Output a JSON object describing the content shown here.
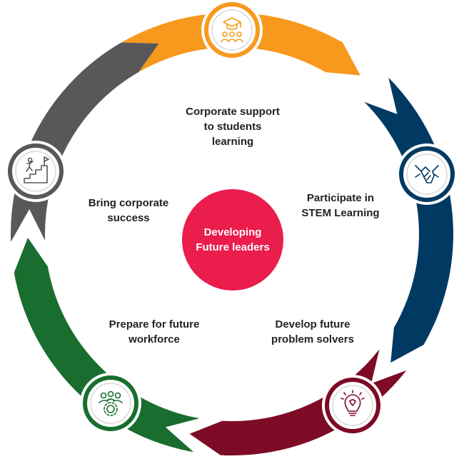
{
  "center": {
    "lines": [
      "Developing",
      "Future leaders"
    ],
    "color": "#ea1d4c"
  },
  "stages": [
    {
      "id": "top",
      "lines": [
        "Corporate support",
        "to students",
        "learning"
      ],
      "color": "#f7991c",
      "icon": "graduation-cap-group-icon"
    },
    {
      "id": "right",
      "lines": [
        "Participate in",
        "STEM Learning"
      ],
      "color": "#003a63",
      "icon": "hands-together-icon"
    },
    {
      "id": "bottom-right",
      "lines": [
        "Develop future",
        "problem solvers"
      ],
      "color": "#7d0b25",
      "icon": "lightbulb-brain-icon"
    },
    {
      "id": "bottom-left",
      "lines": [
        "Prepare for future",
        "workforce"
      ],
      "color": "#196d2e",
      "icon": "team-gear-icon"
    },
    {
      "id": "left",
      "lines": [
        "Bring corporate",
        "success"
      ],
      "color": "#58585a",
      "icon": "climbing-stairs-flag-icon"
    }
  ]
}
